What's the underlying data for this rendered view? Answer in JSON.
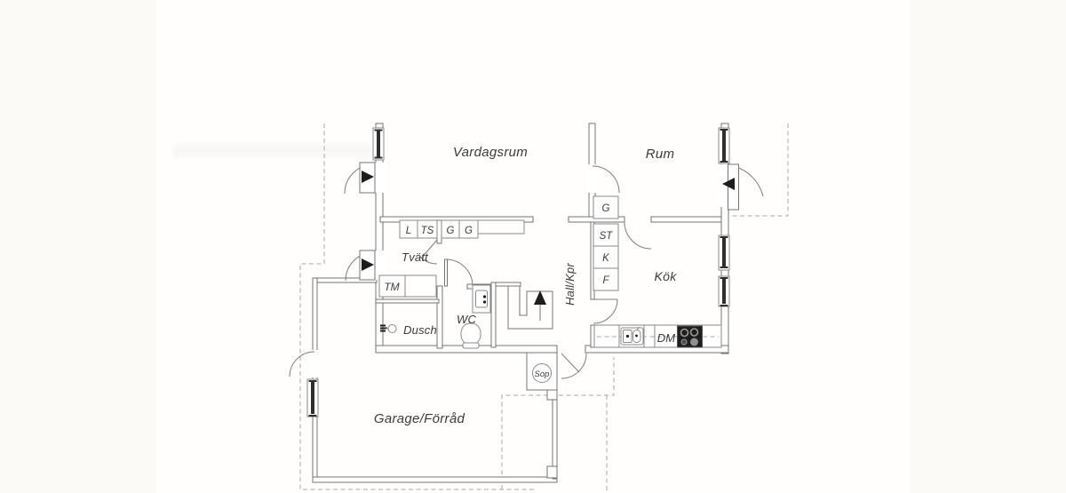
{
  "plan": {
    "rooms": {
      "living_room": "Vardagsrum",
      "room": "Rum",
      "laundry": "Tvätt",
      "shower_room": "Dusch",
      "wc": "WC",
      "hall": "Hall/Kpr",
      "kitchen": "Kök",
      "garage": "Garage/Förråd"
    },
    "cabinets": {
      "linen": "L",
      "drying_cabinet": "TS",
      "wardrobe_1": "G",
      "wardrobe_2": "G",
      "wardrobe_room": "G",
      "cleaning_cabinet": "ST",
      "fridge": "K",
      "freezer": "F"
    },
    "appliances": {
      "washing_machine": "TM",
      "dishwasher": "DM",
      "waste": "Sop"
    },
    "colors": {
      "background": "#fcfaf6",
      "panel": "#fffefd",
      "wall_line": "#747474",
      "fixture_line": "#8a8a8a",
      "dark_accent": "#1d1d1d",
      "dashed_line": "#a8a8a8",
      "label_text": "#3b3b3b"
    }
  }
}
